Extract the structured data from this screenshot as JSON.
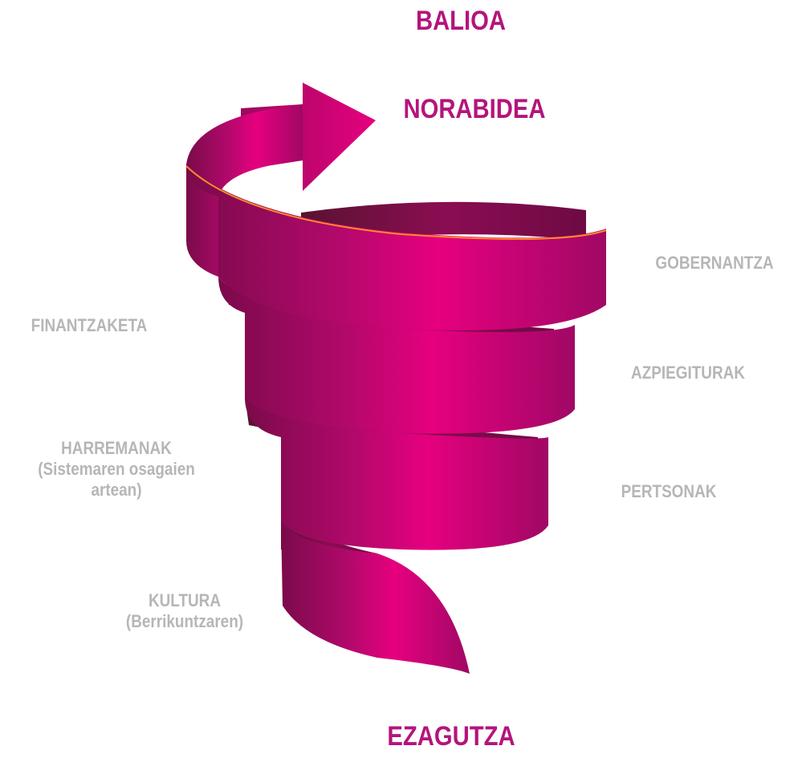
{
  "labels": {
    "balioa": "BALIOA",
    "norabidea": "NORABIDEA",
    "gobernantza": "GOBERNANTZA",
    "finantzaketa": "FINANTZAKETA",
    "azpiegiturak": "AZPIEGITURAK",
    "harremanak_line1": "HARREMANAK",
    "harremanak_line2": "(Sistemaren osagaien",
    "harremanak_line3": "artean)",
    "pertsonak": "PERTSONAK",
    "kultura_line1": "KULTURA",
    "kultura_line2": "(Berrikuntzaren)",
    "ezagutza": "EZAGUTZA"
  },
  "colors": {
    "ribbon_main": "#e6007e",
    "ribbon_dark": "#6e0a44",
    "label_grey": "#b6b6b6",
    "label_pink": "#b4147c"
  }
}
